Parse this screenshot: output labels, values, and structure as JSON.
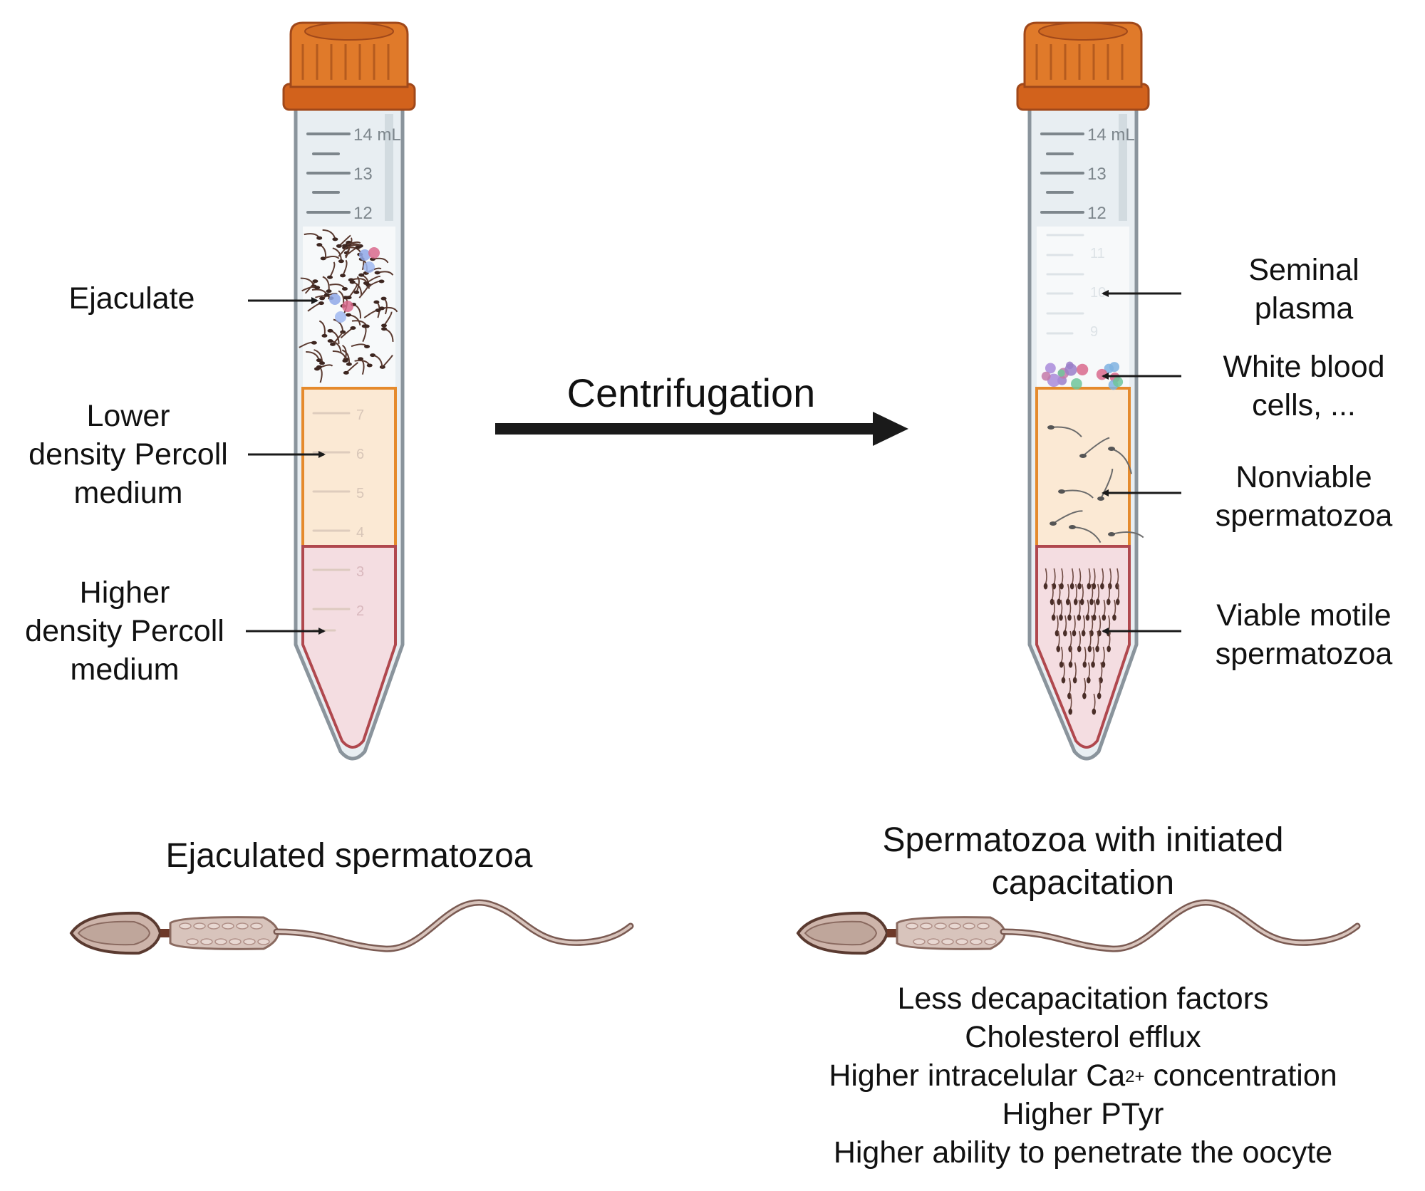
{
  "process": {
    "label": "Centrifugation"
  },
  "left_tube": {
    "caption": "Ejaculated spermatozoa",
    "graduations": [
      "14 mL",
      "13",
      "12",
      "7",
      "6",
      "5",
      "4",
      "3",
      "2"
    ],
    "labels": {
      "ejaculate": "Ejaculate",
      "lower": [
        "Lower",
        "density Percoll",
        "medium"
      ],
      "higher": [
        "Higher",
        "density Percoll",
        "medium"
      ]
    }
  },
  "right_tube": {
    "caption": [
      "Spermatozoa with initiated",
      "capacitation"
    ],
    "graduations": [
      "14 mL",
      "13",
      "12",
      "11",
      "10",
      "9"
    ],
    "labels": {
      "seminal": [
        "Seminal",
        "plasma"
      ],
      "wbc": [
        "White blood",
        "cells, ..."
      ],
      "nonviable": [
        "Nonviable",
        "spermatozoa"
      ],
      "viable": [
        "Viable motile",
        "spermatozoa"
      ]
    },
    "properties": {
      "line1": "Less decapacitation factors",
      "line2": "Cholesterol efflux",
      "line3_prefix": "Higher intracelular Ca",
      "line3_sup": "2+",
      "line3_suffix": " concentration",
      "line4": "Higher PTyr",
      "line5": "Higher ability to penetrate the oocyte"
    }
  },
  "colors": {
    "cap": "#e07a2a",
    "lower_medium": "#fbe9d4",
    "higher_medium": "#f4dde1",
    "higher_border": "#b0484e",
    "lower_border": "#e58a2c",
    "arrow": "#1a1a1a",
    "sperm_body": "#cdb4aa",
    "sperm_outline": "#6e4a42"
  }
}
